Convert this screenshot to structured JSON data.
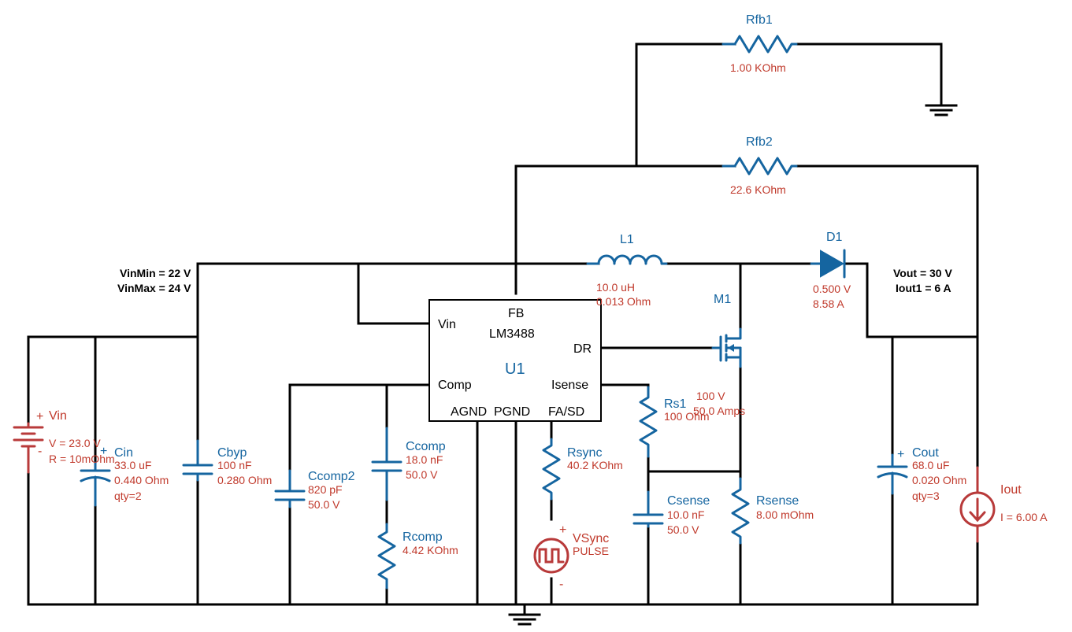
{
  "ic": {
    "ref": "U1",
    "part": "LM3488",
    "pins": {
      "vin": "Vin",
      "fb": "FB",
      "dr": "DR",
      "comp": "Comp",
      "isense": "Isense",
      "agnd": "AGND",
      "pgnd": "PGND",
      "fasd": "FA/SD"
    }
  },
  "annotations": {
    "vin_min": "VinMin = 22 V",
    "vin_max": "VinMax = 24 V",
    "vout": "Vout = 30 V",
    "iout1": "Iout1 = 6 A"
  },
  "components": {
    "rfb1": {
      "name": "Rfb1",
      "v1": "1.00 KOhm"
    },
    "rfb2": {
      "name": "Rfb2",
      "v1": "22.6 KOhm"
    },
    "l1": {
      "name": "L1",
      "v1": "10.0 uH",
      "v2": "0.013 Ohm"
    },
    "d1": {
      "name": "D1",
      "v1": "0.500 V",
      "v2": "8.58 A"
    },
    "m1": {
      "name": "M1",
      "v1": "100 V",
      "v2": "50.0 Amps"
    },
    "vin": {
      "name": "Vin",
      "v1": "V = 23.0 V",
      "v2": "R = 10mOhm"
    },
    "cin": {
      "name": "Cin",
      "v1": "33.0 uF",
      "v2": "0.440 Ohm",
      "v3": "qty=2"
    },
    "cbyp": {
      "name": "Cbyp",
      "v1": "100 nF",
      "v2": "0.280 Ohm"
    },
    "ccomp2": {
      "name": "Ccomp2",
      "v1": "820 pF",
      "v2": "50.0 V"
    },
    "ccomp": {
      "name": "Ccomp",
      "v1": "18.0 nF",
      "v2": "50.0 V"
    },
    "rcomp": {
      "name": "Rcomp",
      "v1": "4.42 KOhm"
    },
    "rsync": {
      "name": "Rsync",
      "v1": "40.2 KOhm"
    },
    "vsync": {
      "name": "VSync",
      "v1": "PULSE"
    },
    "rs1": {
      "name": "Rs1",
      "v1": "100 Ohm"
    },
    "csense": {
      "name": "Csense",
      "v1": "10.0 nF",
      "v2": "50.0 V"
    },
    "rsense": {
      "name": "Rsense",
      "v1": "8.00 mOhm"
    },
    "cout": {
      "name": "Cout",
      "v1": "68.0 uF",
      "v2": "0.020 Ohm",
      "v3": "qty=3"
    },
    "iout": {
      "name": "Iout",
      "v1": "I = 6.00 A"
    }
  },
  "symbols": {
    "plus": "+",
    "minus": "-"
  },
  "colors": {
    "wire": "#000000",
    "component": "#1565a0",
    "value_text": "#c0392b",
    "source": "#b83a3a"
  }
}
